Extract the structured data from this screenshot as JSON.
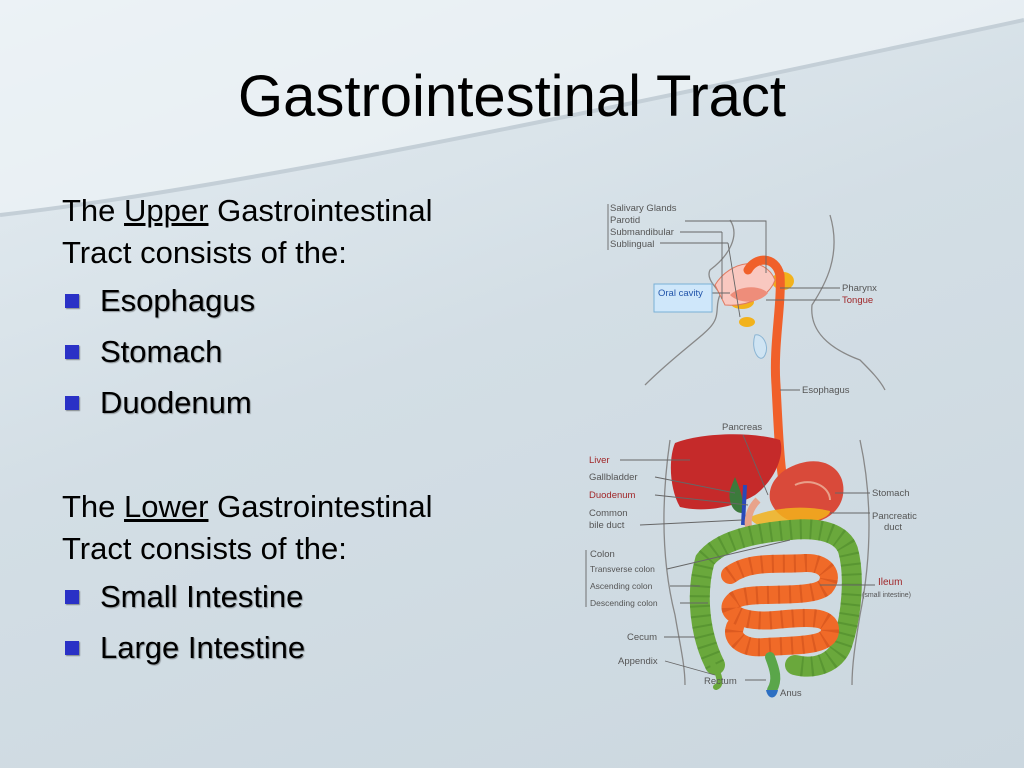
{
  "slide": {
    "title": "Gastrointestinal Tract",
    "upper": {
      "intro_before": "The ",
      "intro_keyword": "Upper",
      "intro_after_line1": " Gastrointestinal",
      "intro_line2": "Tract consists of the:",
      "items": [
        "Esophagus",
        "Stomach",
        "Duodenum"
      ]
    },
    "lower": {
      "intro_before": "The ",
      "intro_keyword": "Lower",
      "intro_after_line1": " Gastrointestinal",
      "intro_line2": "Tract consists of the:",
      "items": [
        "Small Intestine",
        "Large Intestine"
      ]
    },
    "bullet_color": "#2a31c6"
  },
  "diagram": {
    "labels": {
      "salivary_glands": "Salivary Glands",
      "parotid": "Parotid",
      "submandibular": "Submandibular",
      "sublingual": "Sublingual",
      "oral_cavity": "Oral cavity",
      "pharynx": "Pharynx",
      "tongue": "Tongue",
      "esophagus": "Esophagus",
      "pancreas": "Pancreas",
      "liver": "Liver",
      "gallbladder": "Gallbladder",
      "duodenum": "Duodenum",
      "common_bile_duct_1": "Common",
      "common_bile_duct_2": "bile duct",
      "stomach": "Stomach",
      "pancreatic_duct_1": "Pancreatic",
      "pancreatic_duct_2": "duct",
      "colon": "Colon",
      "transverse_colon": "Transverse colon",
      "ascending_colon": "Ascending colon",
      "descending_colon": "Descending colon",
      "ileum": "Ileum",
      "small_intestine_note": "(small intestine)",
      "cecum": "Cecum",
      "appendix": "Appendix",
      "rectum": "Rectum",
      "anus": "Anus"
    },
    "colors": {
      "esophagus": "#f0602a",
      "liver": "#c52a2a",
      "stomach": "#d94a3a",
      "colon": "#6aa83c",
      "small_intestine": "#f06a28",
      "gland": "#f2b21c",
      "label_red": "#a0282a",
      "label_gray": "#555555",
      "label_blue": "#2255aa",
      "outline": "#666666"
    }
  }
}
